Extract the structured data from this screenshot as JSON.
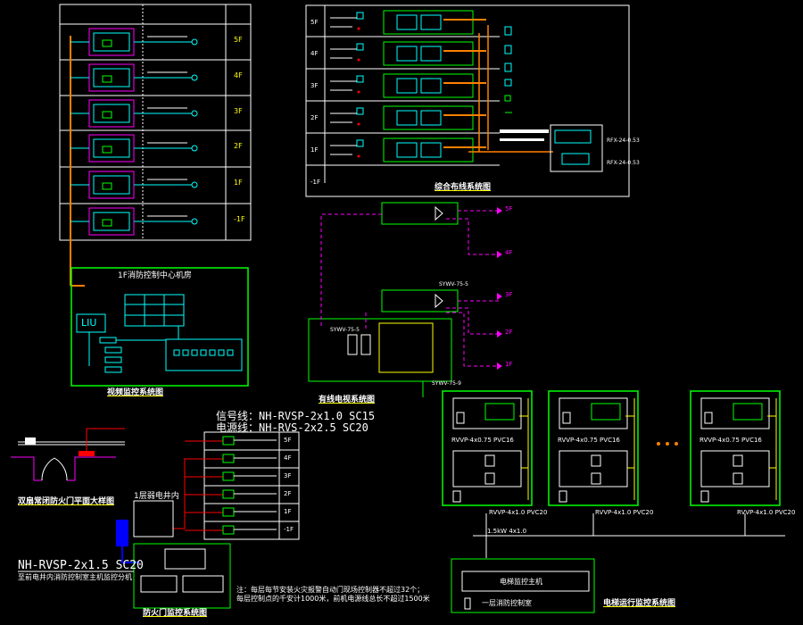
{
  "diagrams": {
    "video_monitoring": {
      "title": "视频监控系统图",
      "room": "1F消防控制中心机房",
      "liu": "LIU"
    },
    "integrated_cabling": {
      "title": "综合布线系统图"
    },
    "cable_tv": {
      "title": "有线电视系统图"
    },
    "fire_door_plan": {
      "title": "双扇常闭防火门平面大样图"
    },
    "fire_door_monitoring": {
      "title": "防火门监控系统图",
      "shaft": "1层弱电井内",
      "cable_signal": "信号线：NH-RVSP-2x1.0 SC15",
      "cable_power": "电源线：NH-RVS-2x2.5 SC20",
      "cable_main": "NH-RVSP-2x1.5 SC20",
      "cable_main_note": "至前电井内消防控制室主机监控分机",
      "note_line1": "注：每层每节安装火灾报警自动门现场控制器不超过32个；",
      "note_line2": "每层控制点的千安计1000米，前机电源线总长不超过1500米"
    },
    "elevator": {
      "title": "电梯运行监控系统图",
      "cable_top": "RVVP-4x0.75 PVC16",
      "cable_bottom": "RVVP-4x1.0 PVC20",
      "bus_label": "1.5kW 4x1.0",
      "host_label": "电梯监控主机",
      "host_sub": "一层消防控制室"
    }
  },
  "floors_left": [
    "5F",
    "4F",
    "3F",
    "2F",
    "1F",
    "-1F"
  ],
  "floors_cabling": [
    "5F",
    "4F",
    "3F",
    "2F",
    "1F",
    "-1F"
  ],
  "floors_tv": [
    "5F",
    "4F",
    "3F",
    "2F",
    "1F"
  ],
  "floors_door": [
    "5F",
    "4F",
    "3F",
    "2F",
    "1F",
    "-1F"
  ],
  "cabling_tags": [
    "RFX-24-0.53",
    "RFX-24-0.53"
  ],
  "tv_tags": [
    "SYWV-75-5",
    "SYWV-75-5",
    "SYWV-75-9"
  ],
  "colors": {
    "bg": "#000000",
    "green": "#00ff00",
    "orange": "#ff8000",
    "magenta": "#ff00ff",
    "cyan": "#00ffff",
    "yellow": "#ffff00",
    "red": "#ff0000",
    "blue": "#0000ff",
    "white": "#ffffff"
  }
}
